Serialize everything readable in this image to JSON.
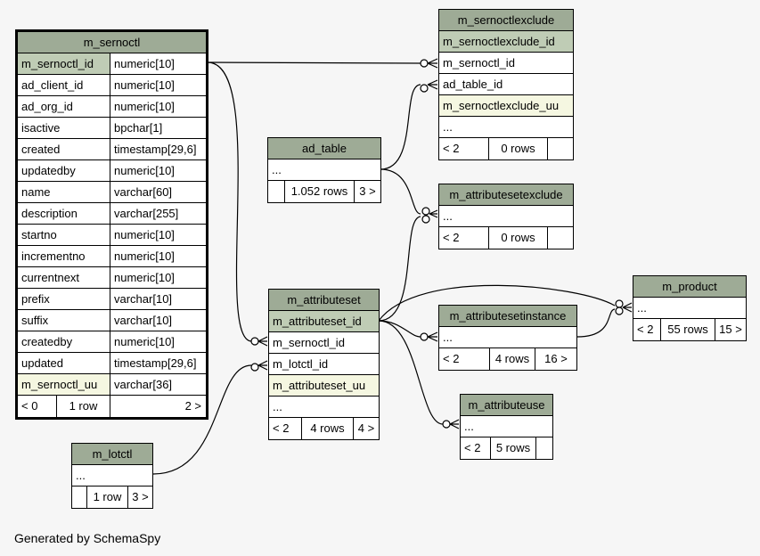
{
  "tables": {
    "m_sernoctl": {
      "name": "m_sernoctl",
      "columns": [
        {
          "name": "m_sernoctl_id",
          "type": "numeric[10]"
        },
        {
          "name": "ad_client_id",
          "type": "numeric[10]"
        },
        {
          "name": "ad_org_id",
          "type": "numeric[10]"
        },
        {
          "name": "isactive",
          "type": "bpchar[1]"
        },
        {
          "name": "created",
          "type": "timestamp[29,6]"
        },
        {
          "name": "updatedby",
          "type": "numeric[10]"
        },
        {
          "name": "name",
          "type": "varchar[60]"
        },
        {
          "name": "description",
          "type": "varchar[255]"
        },
        {
          "name": "startno",
          "type": "numeric[10]"
        },
        {
          "name": "incrementno",
          "type": "numeric[10]"
        },
        {
          "name": "currentnext",
          "type": "numeric[10]"
        },
        {
          "name": "prefix",
          "type": "varchar[10]"
        },
        {
          "name": "suffix",
          "type": "varchar[10]"
        },
        {
          "name": "createdby",
          "type": "numeric[10]"
        },
        {
          "name": "updated",
          "type": "timestamp[29,6]"
        },
        {
          "name": "m_sernoctl_uu",
          "type": "varchar[36]"
        }
      ],
      "footer": [
        "< 0",
        "1 row",
        "2 >"
      ]
    },
    "m_sernoctlexclude": {
      "name": "m_sernoctlexclude",
      "columns": [
        "m_sernoctlexclude_id",
        "m_sernoctl_id",
        "ad_table_id",
        "m_sernoctlexclude_uu",
        "..."
      ],
      "footer": [
        "< 2",
        "0 rows",
        ""
      ]
    },
    "ad_table": {
      "name": "ad_table",
      "columns": [
        "..."
      ],
      "footer": [
        "",
        "1.052 rows",
        "3 >"
      ]
    },
    "m_attributesetexclude": {
      "name": "m_attributesetexclude",
      "columns": [
        "..."
      ],
      "footer": [
        "< 2",
        "0 rows",
        ""
      ]
    },
    "m_attributeset": {
      "name": "m_attributeset",
      "columns": [
        "m_attributeset_id",
        "m_sernoctl_id",
        "m_lotctl_id",
        "m_attributeset_uu",
        "..."
      ],
      "footer": [
        "< 2",
        "4 rows",
        "4 >"
      ]
    },
    "m_product": {
      "name": "m_product",
      "columns": [
        "..."
      ],
      "footer": [
        "< 2",
        "55 rows",
        "15 >"
      ]
    },
    "m_attributesetinstance": {
      "name": "m_attributesetinstance",
      "columns": [
        "..."
      ],
      "footer": [
        "< 2",
        "4 rows",
        "16 >"
      ]
    },
    "m_attributeuse": {
      "name": "m_attributeuse",
      "columns": [
        "..."
      ],
      "footer": [
        "< 2",
        "5 rows"
      ]
    },
    "m_lotctl": {
      "name": "m_lotctl",
      "columns": [
        "..."
      ],
      "footer": [
        "",
        "1 row",
        "3 >"
      ]
    }
  },
  "footer_text": "Generated by SchemaSpy"
}
